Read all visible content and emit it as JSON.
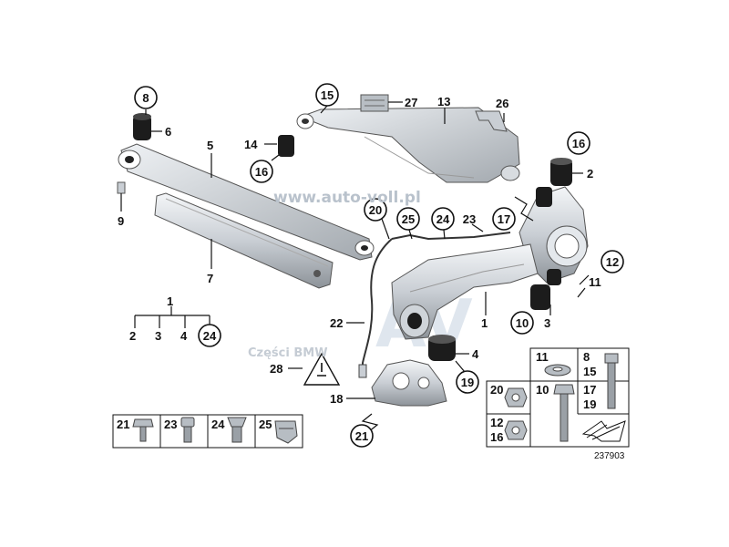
{
  "diagram": {
    "callouts": {
      "c8": "8",
      "c6": "6",
      "c5": "5",
      "c9": "9",
      "c7": "7",
      "c15": "15",
      "c27": "27",
      "c13": "13",
      "c26": "26",
      "c14": "14",
      "c16a": "16",
      "c16b": "16",
      "c2a": "2",
      "c20": "20",
      "c25": "25",
      "c24": "24",
      "c23": "23",
      "c17": "17",
      "c12": "12",
      "c11": "11",
      "c1a": "1",
      "c2b": "2",
      "c3a": "3",
      "c4a": "4",
      "c24b": "24",
      "c22": "22",
      "c1b": "1",
      "c10": "10",
      "c3b": "3",
      "c4b": "4",
      "c19": "19",
      "c28": "28",
      "c18": "18",
      "c21": "21"
    },
    "kit": {
      "k21": "21",
      "k23": "23",
      "k24": "24",
      "k25": "25"
    },
    "hardware": {
      "h11": "11",
      "h8": "8",
      "h15": "15",
      "h20": "20",
      "h10": "10",
      "h17": "17",
      "h19": "19",
      "h12": "12",
      "h16": "16"
    },
    "watermarks": {
      "url": "www.auto-voll.pl",
      "shop": "Części BMW",
      "logo": "AV"
    },
    "catalog_number": "237903"
  },
  "colors": {
    "part_light": "#e6e9ec",
    "part_mid": "#c3c8ce",
    "part_dark": "#6d7278",
    "bushing": "#1c1c1c"
  }
}
